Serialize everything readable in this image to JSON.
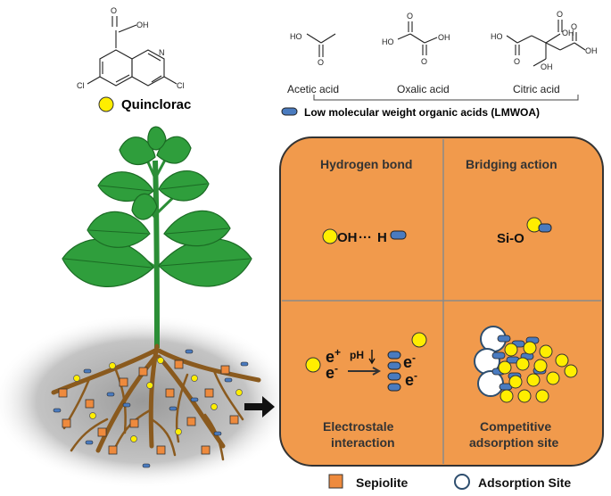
{
  "quinclorac": {
    "label": "Quinclorac",
    "atoms": {
      "o": "O",
      "oh": "OH",
      "n": "N",
      "cl1": "Cl",
      "cl2": "Cl"
    }
  },
  "lmwoa": {
    "acids": [
      {
        "name": "Acetic acid"
      },
      {
        "name": "Oxalic acid"
      },
      {
        "name": "Citric acid"
      }
    ],
    "legend_label": "Low molecular weight organic acids (LMWOA)",
    "atoms": {
      "o": "O",
      "oh": "OH",
      "ho": "HO"
    }
  },
  "panel": {
    "hydrogen_bond": {
      "title": "Hydrogen bond",
      "formula_oh": "OH",
      "formula_dots": "···",
      "formula_h": "H"
    },
    "bridging": {
      "title": "Bridging action",
      "formula": "Si-O"
    },
    "electrostatic": {
      "title_line1": "Electrostale",
      "title_line2": "interaction",
      "e_plus": "e",
      "plus_sup": "+",
      "e_minus": "e",
      "minus_sup": "-",
      "ph": "pH"
    },
    "competitive": {
      "title_line1": "Competitive",
      "title_line2": "adsorption site"
    }
  },
  "legend": {
    "sepiolite": "Sepiolite",
    "adsorption_site": "Adsorption Site"
  },
  "colors": {
    "panel_fill": "#f19a4c",
    "panel_stroke": "#333333",
    "quinclorac": "#ffee00",
    "lmwoa": "#4a7bbf",
    "sepiolite": "#ee8a3d",
    "leaf": "#2f9e3c",
    "root": "#8a5a1e",
    "soil": "#b8b8b8"
  }
}
